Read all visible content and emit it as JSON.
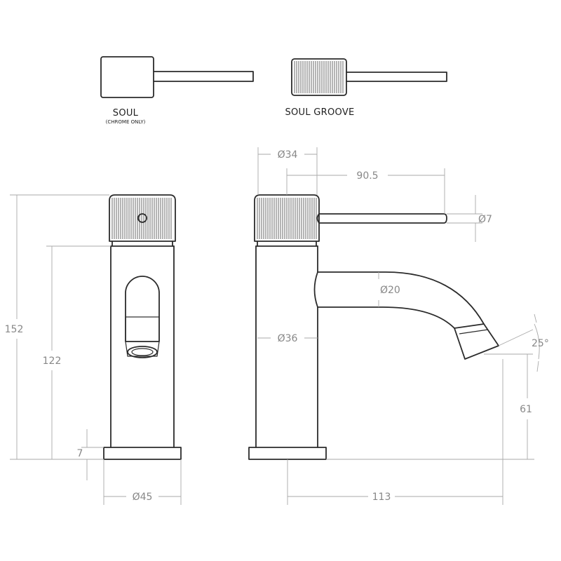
{
  "handle_options": {
    "soul": {
      "name": "SOUL",
      "note": "(CHROME ONLY)"
    },
    "soul_groove": {
      "name": "SOUL GROOVE"
    }
  },
  "dimensions": {
    "handle_diameter": "Ø34",
    "handle_lever_length": "90.5",
    "lever_diameter": "Ø7",
    "spout_diameter": "Ø20",
    "body_diameter": "Ø36",
    "spout_angle": "25°",
    "total_height": "152",
    "body_height": "122",
    "base_height": "7",
    "outlet_height": "61",
    "base_diameter": "Ø45",
    "reach": "113"
  }
}
